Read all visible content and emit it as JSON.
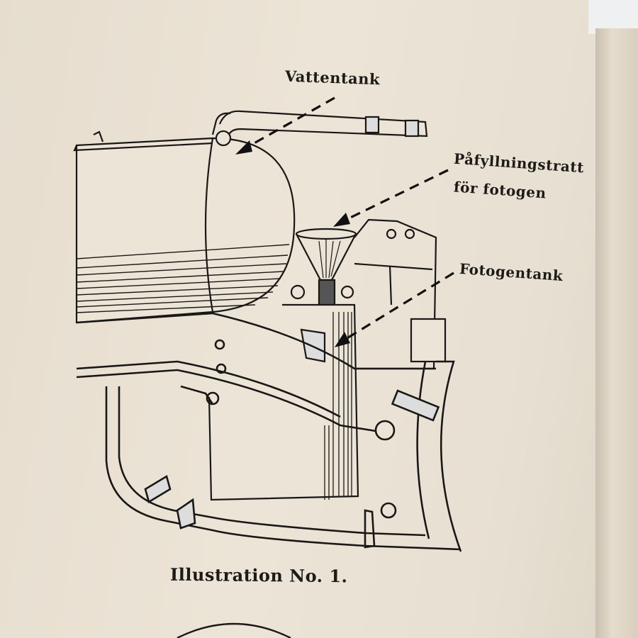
{
  "labels": {
    "vattentank": "Vattentank",
    "pafyllning_line1": "Påfyllningstratt",
    "pafyllning_line2": "för fotogen",
    "fotogentank": "Fotogentank"
  },
  "caption": "Illustration No. 1."
}
